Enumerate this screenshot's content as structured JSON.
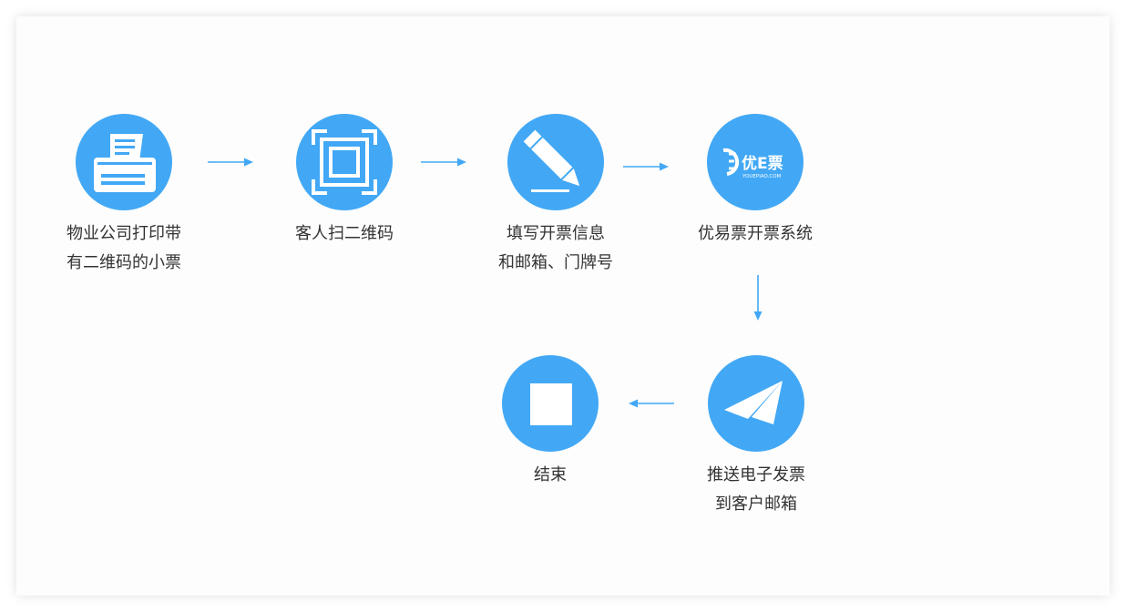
{
  "theme": {
    "accent": "#42a8f5",
    "text": "#333333",
    "card_bg": "#fdfdfd"
  },
  "steps": [
    {
      "id": "print",
      "icon": "printer-icon",
      "lines": [
        "物业公司打印带",
        "有二维码的小票"
      ]
    },
    {
      "id": "scan",
      "icon": "qr-scan-frame-icon",
      "lines": [
        "客人扫二维码"
      ]
    },
    {
      "id": "fill",
      "icon": "pencil-icon",
      "lines": [
        "填写开票信息",
        "和邮箱、门牌号"
      ]
    },
    {
      "id": "system",
      "icon": "youepiao-logo-icon",
      "logo_text": "优E票",
      "logo_subtext": "YOUEPIAO.COM",
      "lines": [
        "优易票开票系统"
      ]
    },
    {
      "id": "push",
      "icon": "paper-plane-icon",
      "lines": [
        "推送电子发票",
        "到客户邮箱"
      ]
    },
    {
      "id": "end",
      "icon": "stop-square-icon",
      "lines": [
        "结束"
      ]
    }
  ]
}
